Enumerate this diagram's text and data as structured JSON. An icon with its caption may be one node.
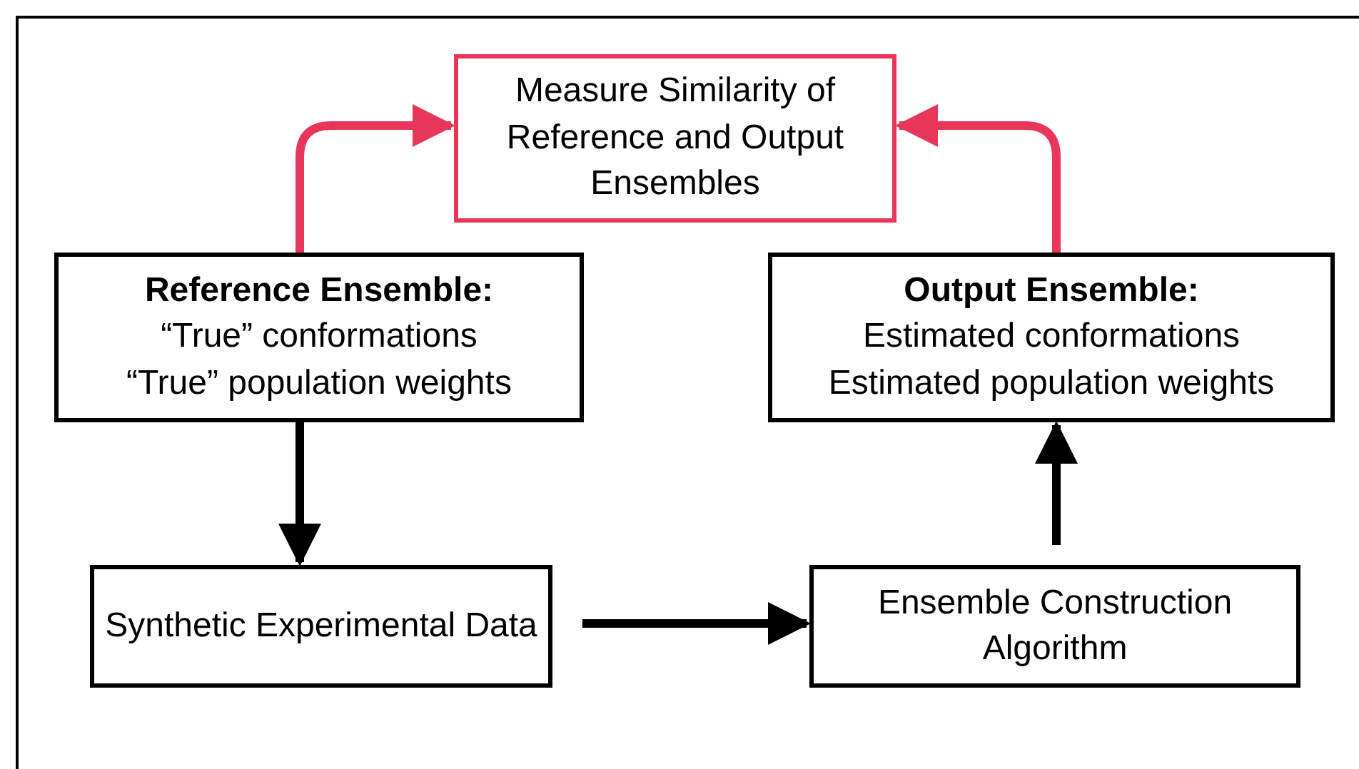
{
  "diagram": {
    "nodes": [
      {
        "text": [
          "Measure Similarity of Reference and Output Ensembles"
        ]
      },
      {
        "text": [
          "Reference Ensemble:",
          "“True” conformations",
          "“True” population weights"
        ]
      },
      {
        "text": [
          "Output Ensemble:",
          "Estimated conformations",
          "Estimated population weights"
        ]
      },
      {
        "text": [
          "Synthetic Experimental Data"
        ]
      },
      {
        "text": [
          "Ensemble Construction Algorithm"
        ]
      }
    ],
    "edges": [
      {
        "from": 1,
        "to": 0,
        "arrow": "to",
        "color": "#e8365a"
      },
      {
        "from": 2,
        "to": 0,
        "arrow": "to",
        "color": "#e8365a"
      },
      {
        "from": 1,
        "to": 3,
        "arrow": "to"
      },
      {
        "from": 3,
        "to": 4,
        "arrow": "to"
      },
      {
        "from": 4,
        "to": 2,
        "arrow": "to"
      }
    ]
  }
}
